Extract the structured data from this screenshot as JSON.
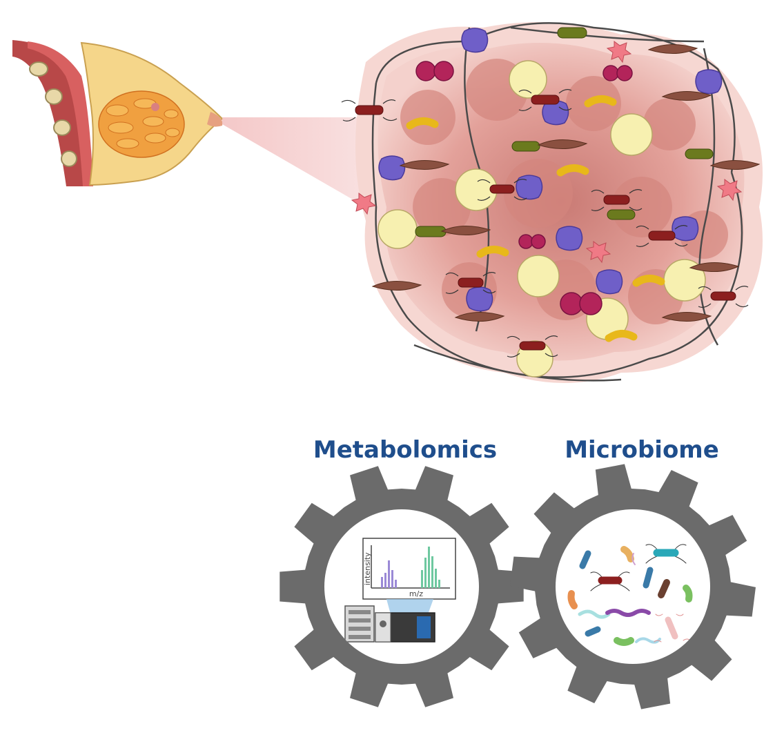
{
  "labels": {
    "metabolomics": "Metabolomics",
    "microbiome": "Microbiome",
    "y_axis": "intensity",
    "x_axis": "m/z"
  },
  "colors": {
    "label_blue": "#1f4e8c",
    "gear_gray": "#6b6b6b",
    "tissue_pink": "#e8a49a",
    "immune_purple": "#6f5fc8",
    "bacteria_red": "#8c1f1f",
    "bacteria_green": "#6b7a1e",
    "bacteria_yellow": "#e8b81a",
    "fat_cell": "#f7f0b0",
    "breast_orange": "#f0a040",
    "spectrum_purple": "#9b8ad6",
    "spectrum_green": "#6ec8a0"
  },
  "icons": [
    "breast-anatomy-icon",
    "tumor-microenvironment-icon",
    "metabolomics-gear-icon",
    "microbiome-gear-icon",
    "mass-spectrometer-icon",
    "bacteria-icon"
  ]
}
